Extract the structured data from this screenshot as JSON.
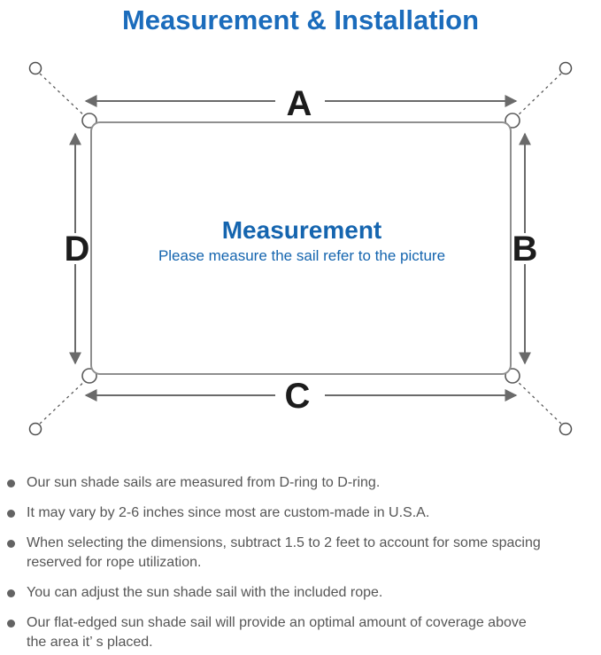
{
  "page_title": "Measurement & Installation",
  "colors": {
    "title_blue": "#1b6cbc",
    "center_text_blue": "#1565af",
    "diagram_line_gray": "#6a6a6a",
    "sail_outline_gray": "#8f8f8f",
    "note_text_gray": "#565656"
  },
  "diagram": {
    "dimension_labels": {
      "top": "A",
      "right": "B",
      "bottom": "C",
      "left": "D"
    },
    "center_heading": "Measurement",
    "center_caption": "Please measure the sail refer to the picture",
    "icons": [
      "anchor-ring-icon",
      "d-ring-icon",
      "dashed-tension-line",
      "dimension-arrow"
    ]
  },
  "notes": [
    {
      "lines": [
        "Our sun shade sails are measured from D-ring to D-ring."
      ]
    },
    {
      "lines": [
        "It may vary by 2-6 inches since most are custom-made in U.S.A."
      ]
    },
    {
      "lines": [
        "When selecting the dimensions, subtract 1.5 to 2 feet to account for some spacing",
        "reserved for rope utilization."
      ]
    },
    {
      "lines": [
        "You can adjust the sun shade sail with the included rope."
      ]
    },
    {
      "lines": [
        "Our flat-edged sun shade sail will provide an optimal amount of coverage above",
        "the area it’ s placed."
      ]
    }
  ]
}
